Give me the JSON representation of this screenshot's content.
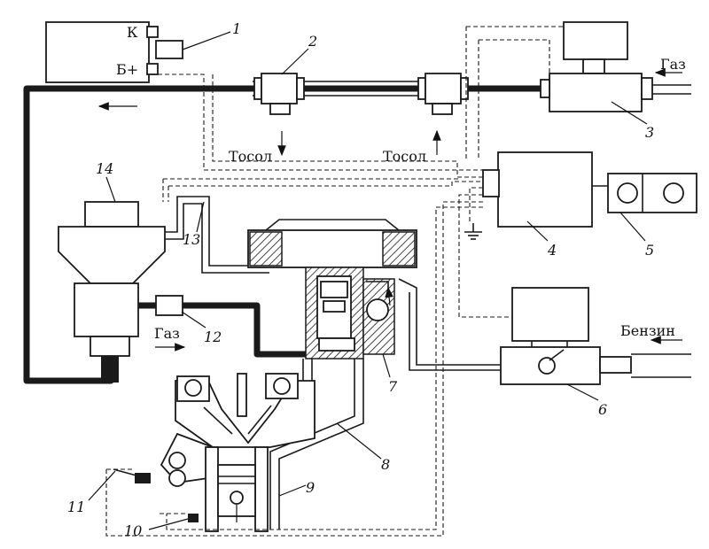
{
  "labels": {
    "k": "К",
    "b_plus": "Б+",
    "gaz_top": "Газ",
    "gaz_bottom": "Газ",
    "tosol_left": "Тосол",
    "tosol_right": "Тосол",
    "benzin": "Бензин"
  },
  "callouts": [
    "1",
    "2",
    "3",
    "4",
    "5",
    "6",
    "7",
    "8",
    "9",
    "10",
    "11",
    "12",
    "13",
    "14"
  ]
}
